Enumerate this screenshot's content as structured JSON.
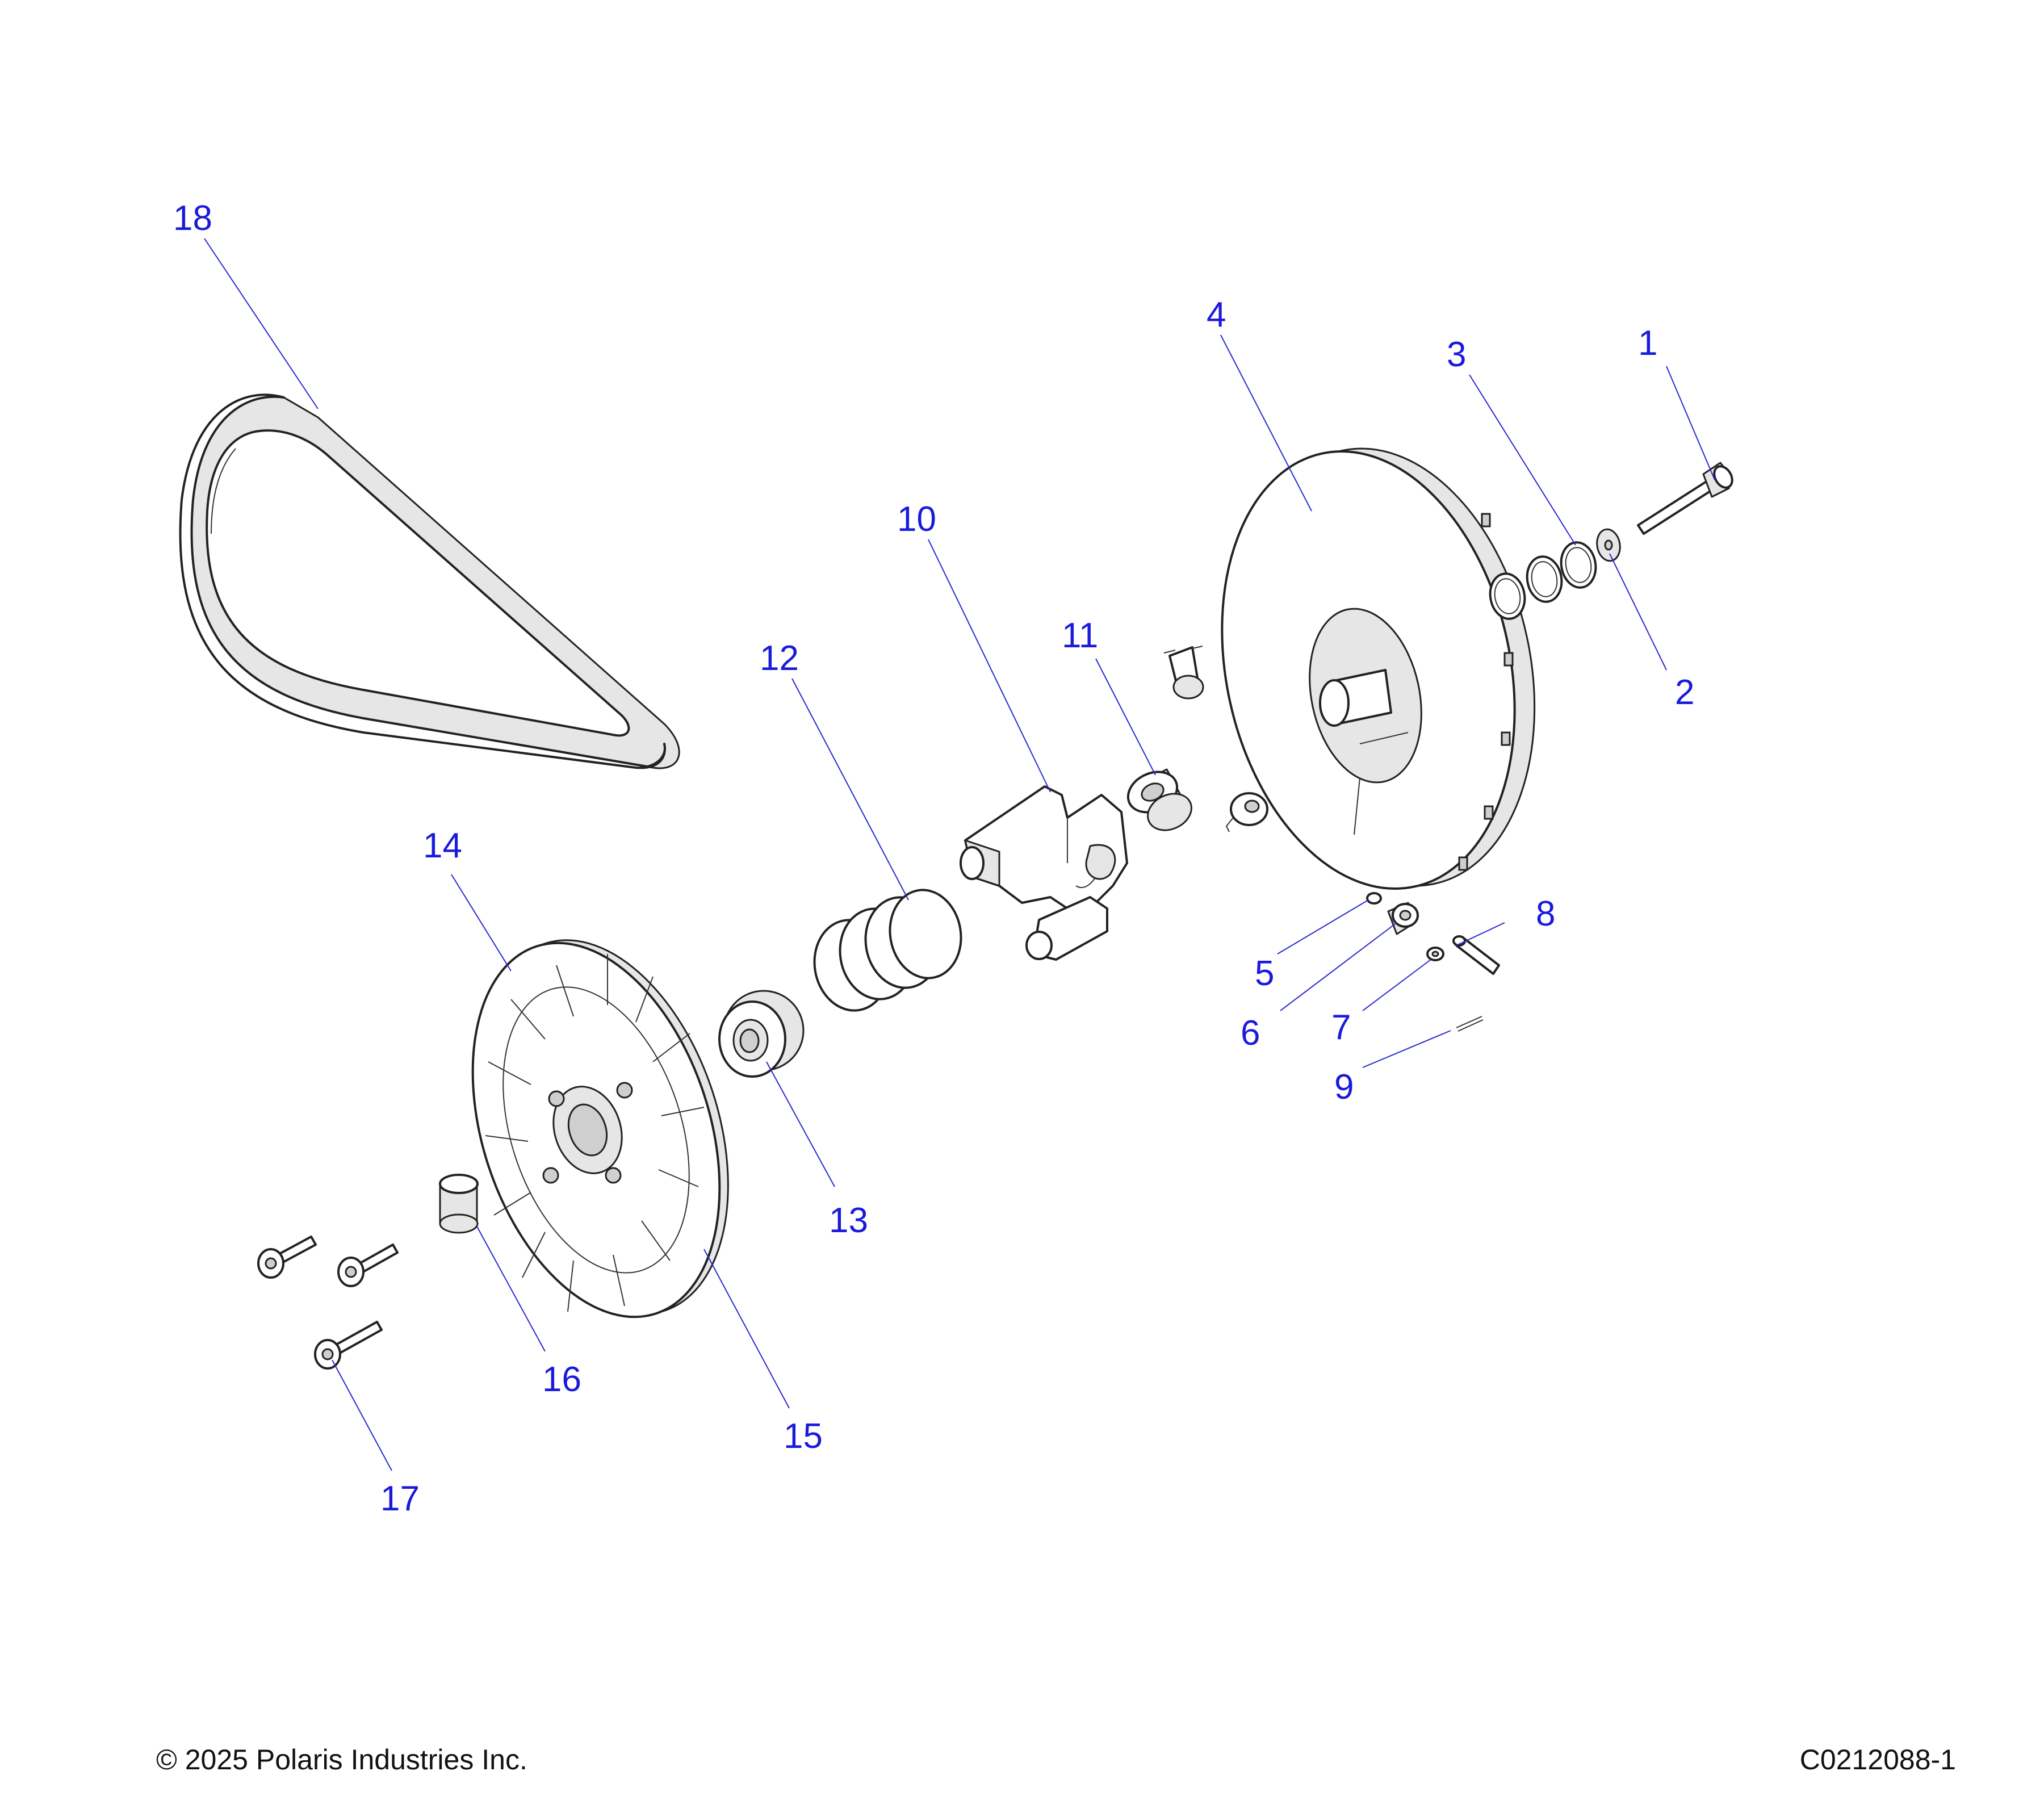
{
  "callouts": [
    {
      "number": "1"
    },
    {
      "number": "2"
    },
    {
      "number": "3"
    },
    {
      "number": "4"
    },
    {
      "number": "5"
    },
    {
      "number": "6"
    },
    {
      "number": "7"
    },
    {
      "number": "8"
    },
    {
      "number": "9"
    },
    {
      "number": "10"
    },
    {
      "number": "11"
    },
    {
      "number": "12"
    },
    {
      "number": "13"
    },
    {
      "number": "14"
    },
    {
      "number": "15"
    },
    {
      "number": "16"
    },
    {
      "number": "17"
    },
    {
      "number": "18"
    }
  ],
  "footer": {
    "copyright": "© 2025 Polaris Industries Inc.",
    "figure_code": "C0212088-1"
  },
  "colors": {
    "callout": "#1a1adc",
    "linework": "#222222"
  }
}
